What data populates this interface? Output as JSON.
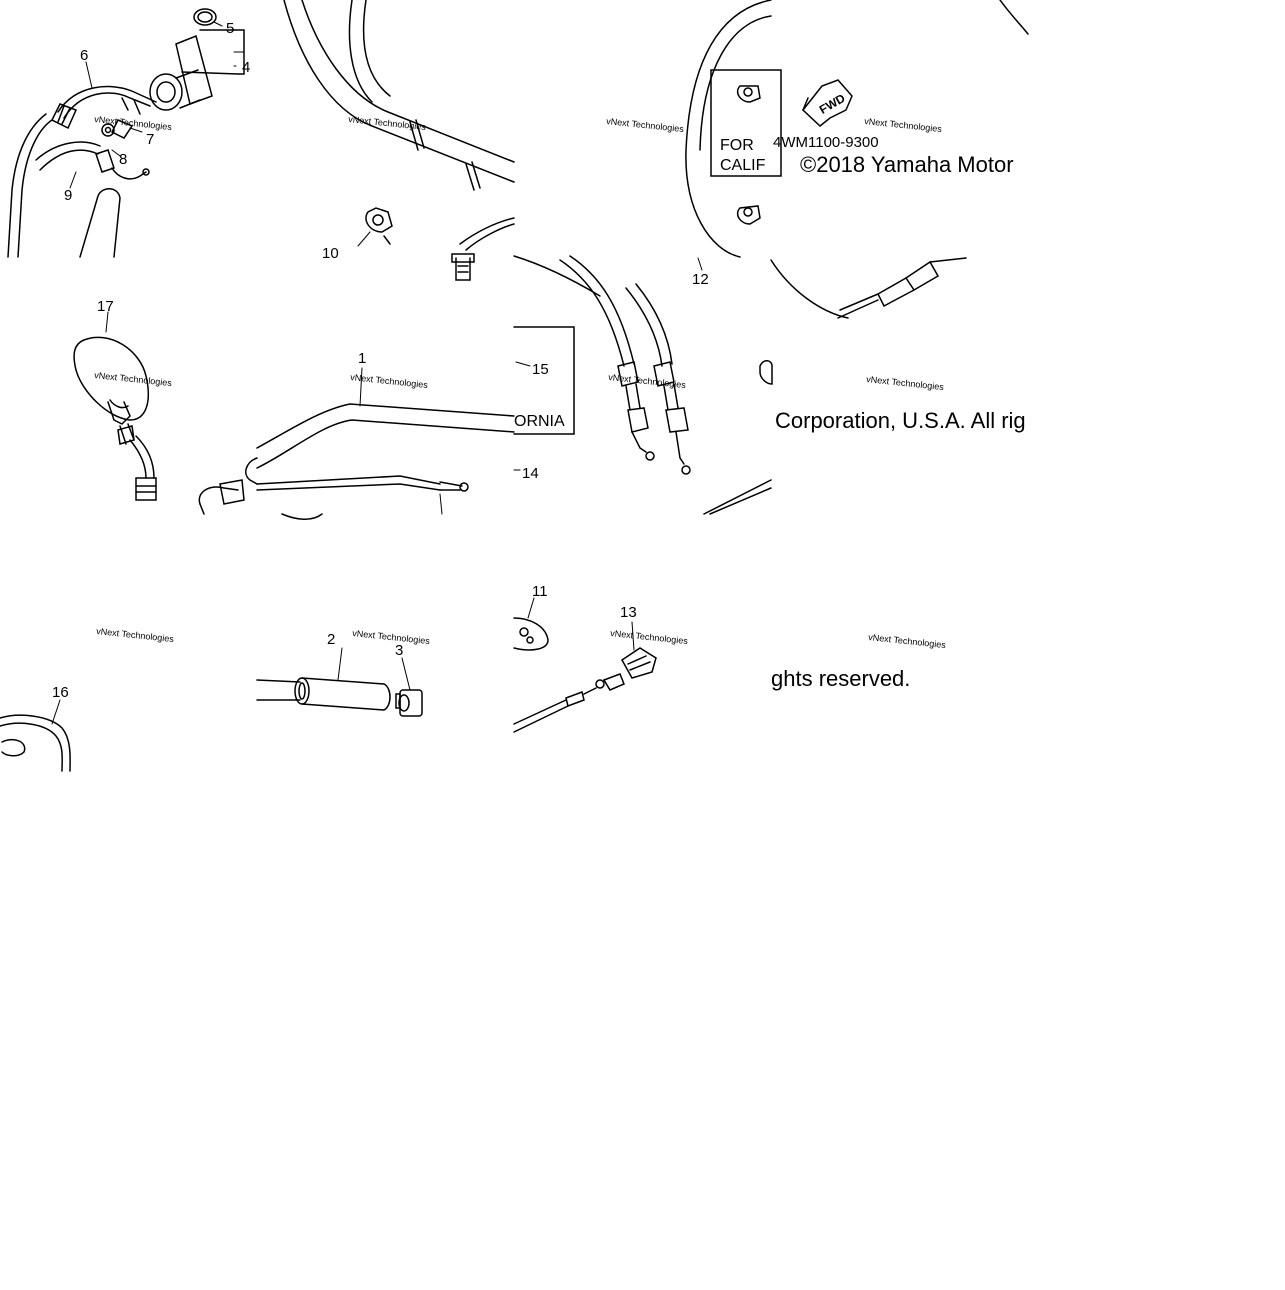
{
  "callouts": [
    {
      "id": "c5",
      "text": "5"
    },
    {
      "id": "c4",
      "text": "4"
    },
    {
      "id": "c6",
      "text": "6"
    },
    {
      "id": "c7",
      "text": "7"
    },
    {
      "id": "c8",
      "text": "8"
    },
    {
      "id": "c9",
      "text": "9"
    },
    {
      "id": "c10",
      "text": "10"
    },
    {
      "id": "c12",
      "text": "12"
    },
    {
      "id": "c17",
      "text": "17"
    },
    {
      "id": "c1",
      "text": "1"
    },
    {
      "id": "c15",
      "text": "15"
    },
    {
      "id": "c14",
      "text": "14"
    },
    {
      "id": "c2",
      "text": "2"
    },
    {
      "id": "c3",
      "text": "3"
    },
    {
      "id": "c11",
      "text": "11"
    },
    {
      "id": "c13",
      "text": "13"
    },
    {
      "id": "c16",
      "text": "16"
    }
  ],
  "note_box": {
    "line1": "FOR",
    "line2": "CALIF",
    "line3": "ORNIA"
  },
  "arrow_label": "FWD",
  "part_code": "4WM1100-9300",
  "copyright": {
    "line1": "©2018 Yamaha Motor",
    "line2": "Corporation, U.S.A. All rig",
    "line3": "ghts reserved."
  },
  "watermark": "vNext Technologies"
}
